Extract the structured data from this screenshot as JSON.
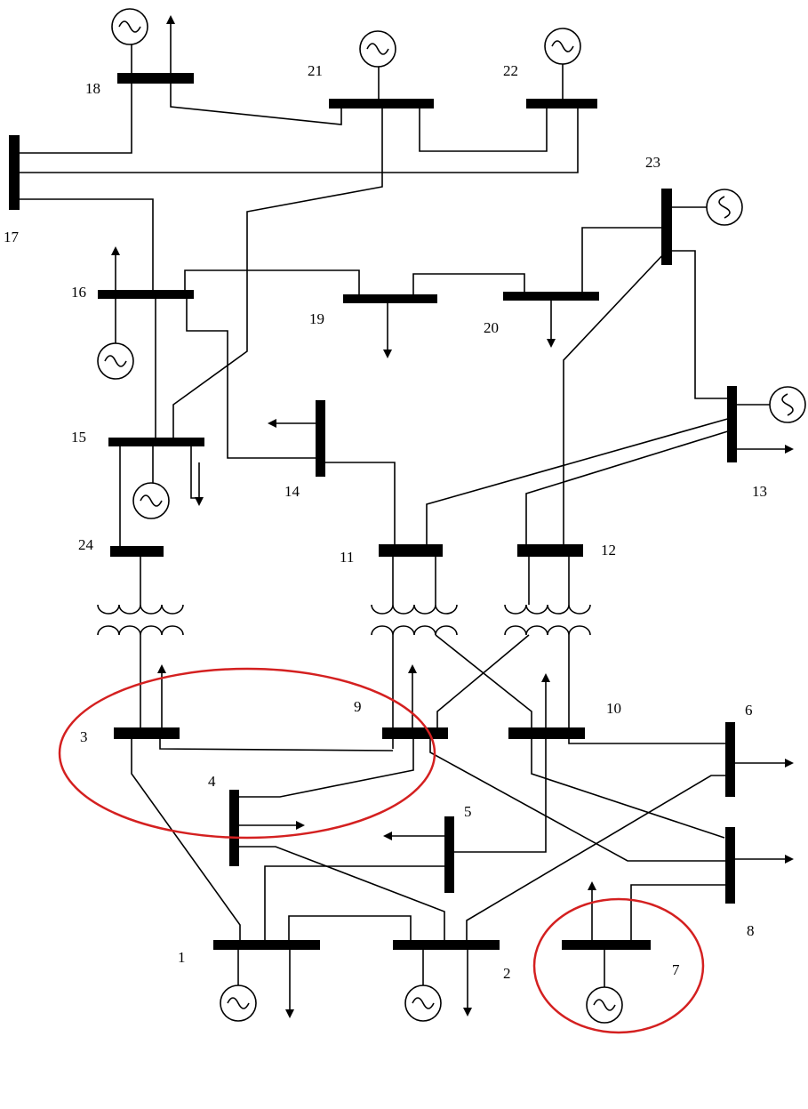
{
  "diagram": {
    "bus_labels": {
      "b1": "1",
      "b2": "2",
      "b3": "3",
      "b4": "4",
      "b5": "5",
      "b6": "6",
      "b7": "7",
      "b8": "8",
      "b9": "9",
      "b10": "10",
      "b11": "11",
      "b12": "12",
      "b13": "13",
      "b14": "14",
      "b15": "15",
      "b16": "16",
      "b17": "17",
      "b18": "18",
      "b19": "19",
      "b20": "20",
      "b21": "21",
      "b22": "22",
      "b23": "23",
      "b24": "24"
    },
    "generator_symbol": "sine-wave-in-circle",
    "load_symbol": "arrow",
    "highlight_color": "#d42020"
  }
}
